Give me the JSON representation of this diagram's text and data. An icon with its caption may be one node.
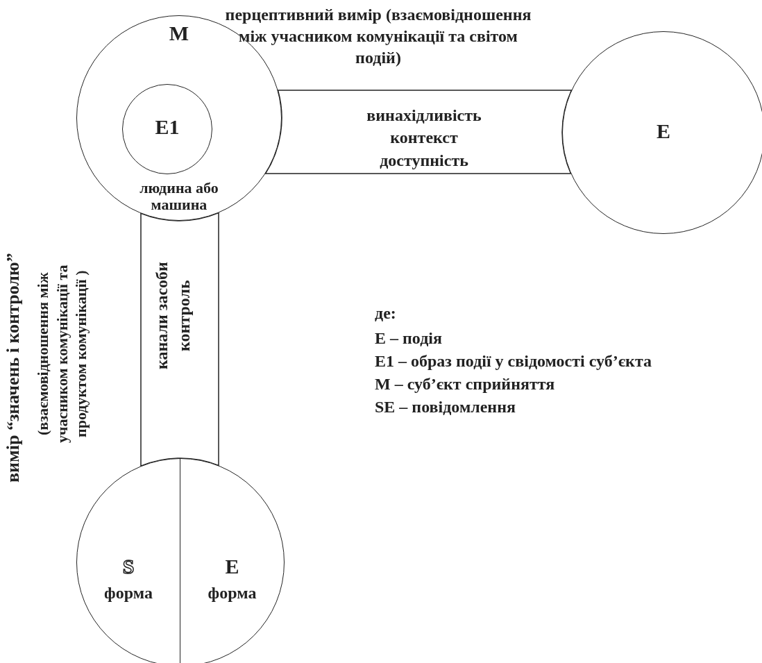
{
  "diagram": {
    "nodes": [
      {
        "text": [
          "M",
          "людина або машина"
        ]
      },
      {
        "text": [
          "E1"
        ],
        "in": 0
      },
      {
        "text": [
          "E"
        ]
      },
      {
        "text": [],
        "shape": "circle"
      },
      {
        "text": [
          "S",
          "форма"
        ],
        "in": 3
      },
      {
        "text": [
          "E",
          "форма"
        ],
        "in": 3
      }
    ],
    "edges": [
      {
        "from": 0,
        "to": 2,
        "arrow": "none",
        "label": "винахідливість контекст доступність"
      },
      {
        "from": 0,
        "to": 3,
        "arrow": "none",
        "label": "канали засоби контроль"
      }
    ],
    "labels": [
      "перцептивний вимір (взаємовідношення між учасником комунікації та світом подій)",
      "вимір “значень і контролю”",
      "(взаємовідношення між учасником комунікації та продуктом комунікації )",
      "де:",
      "E – подія",
      "E1 – образ події у свідомості суб’єкта",
      "M – суб’єкт сприйняття",
      "SE – повідомлення"
    ]
  }
}
